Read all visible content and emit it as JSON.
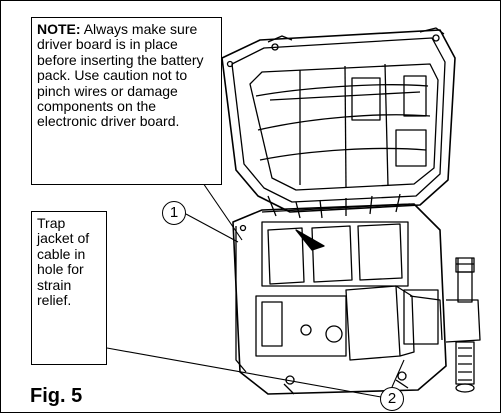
{
  "note": {
    "heading": "NOTE:",
    "body": "Always make sure driver board is in place before inserting the battery pack.  Use caution not to pinch wires or damage components on the electronic driver board."
  },
  "trap_label": "Trap jacket of cable in hole for strain relief.",
  "figure_label": "Fig. 5",
  "callouts": {
    "one": "1",
    "two": "2"
  }
}
